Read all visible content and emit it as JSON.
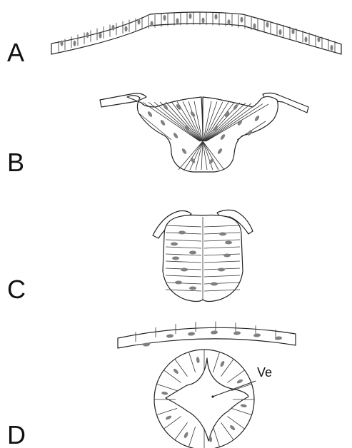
{
  "figure": {
    "panels": [
      {
        "label": "A"
      },
      {
        "label": "B"
      },
      {
        "label": "C"
      },
      {
        "label": "D",
        "annotation": "Ve"
      }
    ],
    "colors": {
      "outline": "#222222",
      "nucleus": "#808080",
      "background": "#ffffff"
    }
  }
}
